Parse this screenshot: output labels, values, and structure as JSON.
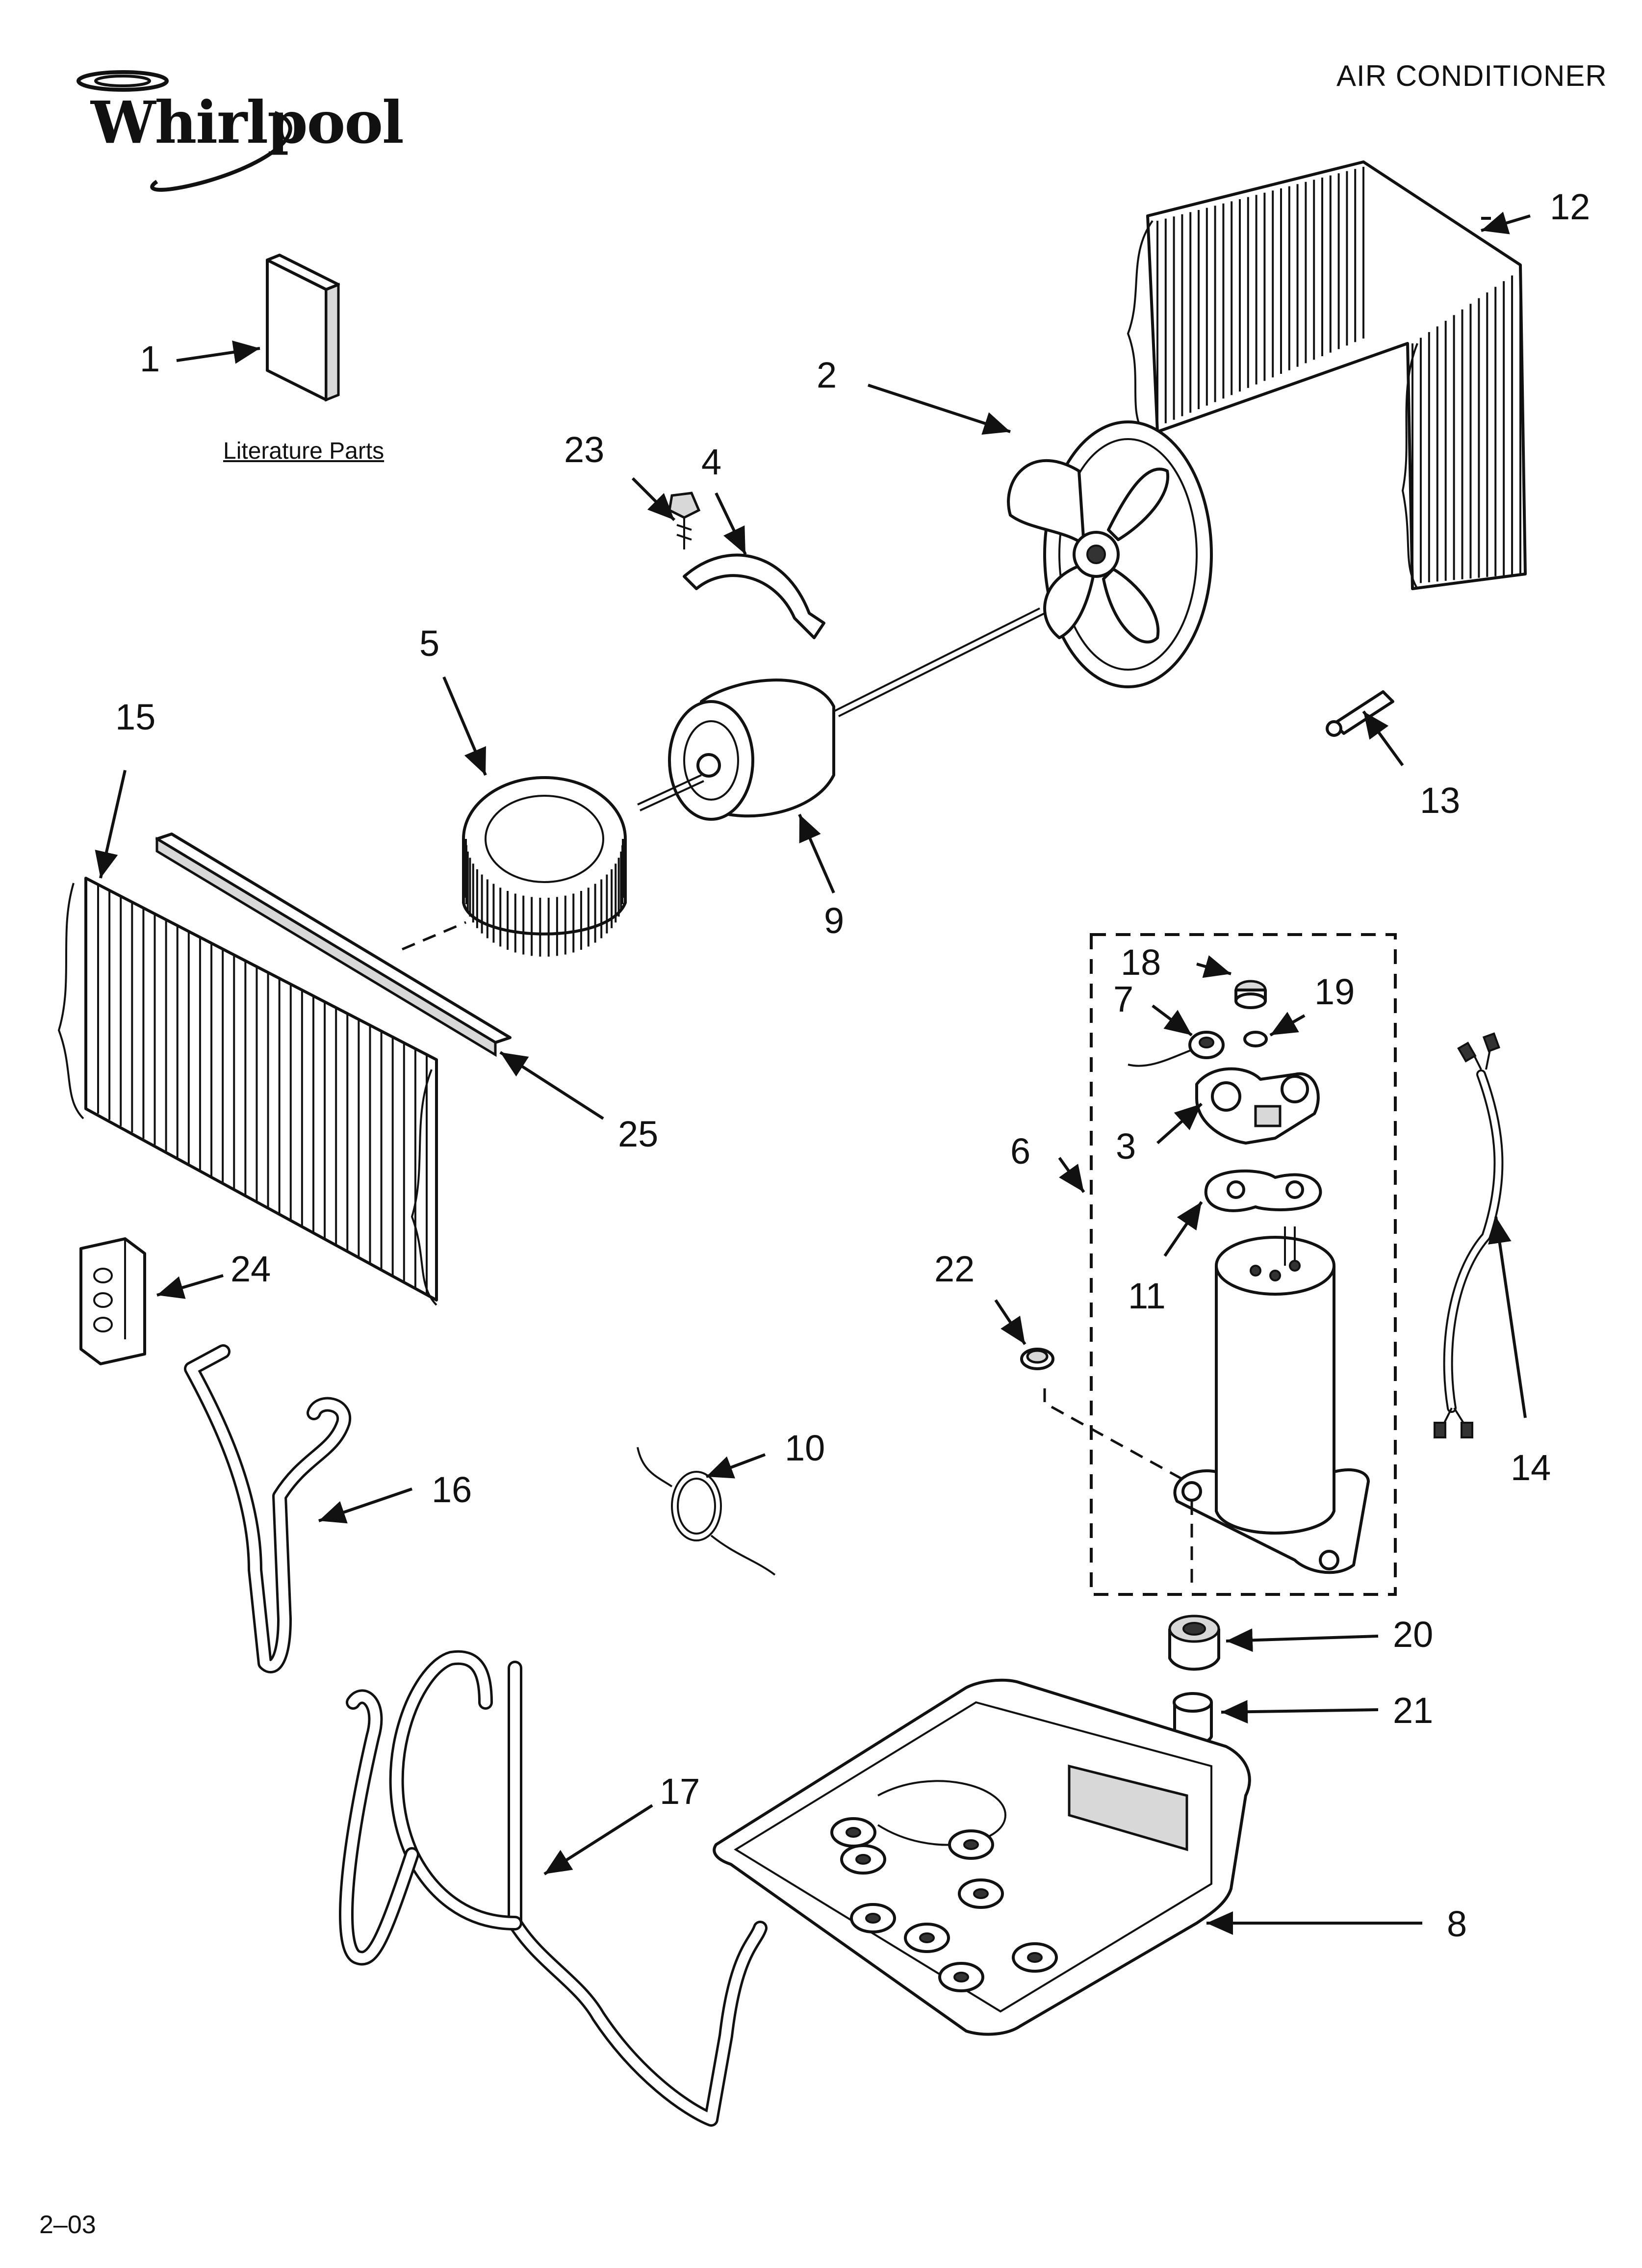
{
  "header": {
    "brand": "Whirlpool",
    "title": "AIR CONDITIONER"
  },
  "literature_label": "Literature Parts",
  "footer": {
    "code": "2–03"
  },
  "callouts": {
    "c1": "1",
    "c2": "2",
    "c3": "3",
    "c4": "4",
    "c5": "5",
    "c6": "6",
    "c7": "7",
    "c8": "8",
    "c9": "9",
    "c10": "10",
    "c11": "11",
    "c12": "12",
    "c13": "13",
    "c14": "14",
    "c15": "15",
    "c16": "16",
    "c17": "17",
    "c18": "18",
    "c19": "19",
    "c20": "20",
    "c21": "21",
    "c22": "22",
    "c23": "23",
    "c24": "24",
    "c25": "25"
  }
}
